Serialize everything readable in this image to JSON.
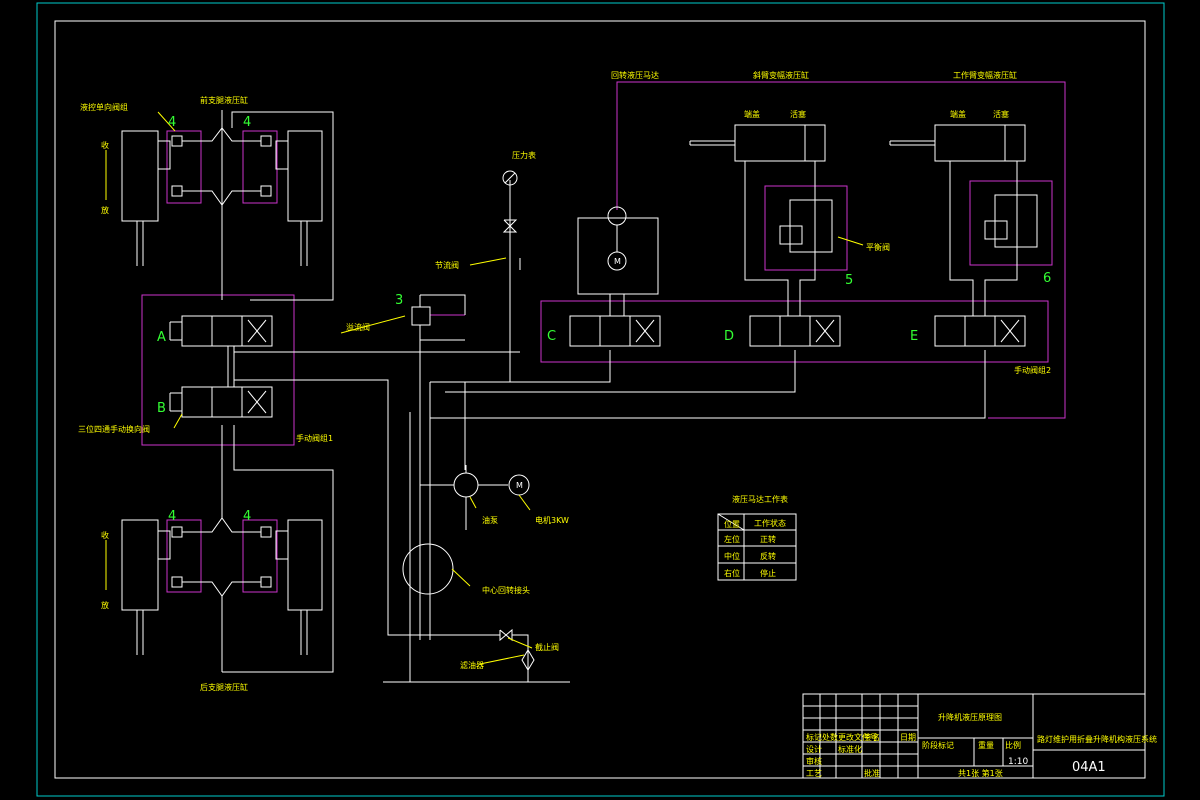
{
  "labels": {
    "front_cyl": "前支腿液压缸",
    "rear_cyl": "后支腿液压缸",
    "lock_valve": "液控单向阀组",
    "shou": "收",
    "fang": "放",
    "three_pos_valve": "三位四通手动换向阀",
    "group1": "手动阀组1",
    "group2": "手动阀组2",
    "relief": "溢流阀",
    "throttle": "节流阀",
    "gauge": "压力表",
    "rotary_motor": "回转液压马达",
    "tilt_cyl": "斜臂变幅液压缸",
    "work_cyl": "工作臂变幅液压缸",
    "rod_a": "端盖",
    "rod_b": "活塞",
    "rod_c": "端盖",
    "rod_d": "活塞",
    "balance": "平衡阀",
    "pump": "油泵",
    "motor": "电机3KW",
    "rotary_joint": "中心回转接头",
    "stop_valve": "截止阀",
    "filter": "滤油器"
  },
  "numbers": {
    "n4a": "4",
    "n4b": "4",
    "n4c": "4",
    "n4d": "4",
    "n3": "3",
    "n5": "5",
    "n6": "6"
  },
  "letters": {
    "A": "A",
    "B": "B",
    "C": "C",
    "D": "D",
    "E": "E"
  },
  "motor_symbol": "M",
  "table": {
    "title": "液压马达工作表",
    "header": [
      "位置",
      "工作状态"
    ],
    "rows": [
      [
        "左位",
        "正转"
      ],
      [
        "中位",
        "反转"
      ],
      [
        "右位",
        "停止"
      ]
    ]
  },
  "titleblock": {
    "drawing_name": "升降机液压原理图",
    "project": "路灯维护用折叠升降机构液压系统",
    "scale_label": "比例",
    "scale": "1:10",
    "code": "04A1",
    "sheet": "共1张 第1张",
    "cells": [
      "标记",
      "处数",
      "更改文件号",
      "签名",
      "日期",
      "设计",
      "标准化",
      "审核",
      "工艺",
      "批准",
      "阶段标记",
      "重量"
    ]
  }
}
